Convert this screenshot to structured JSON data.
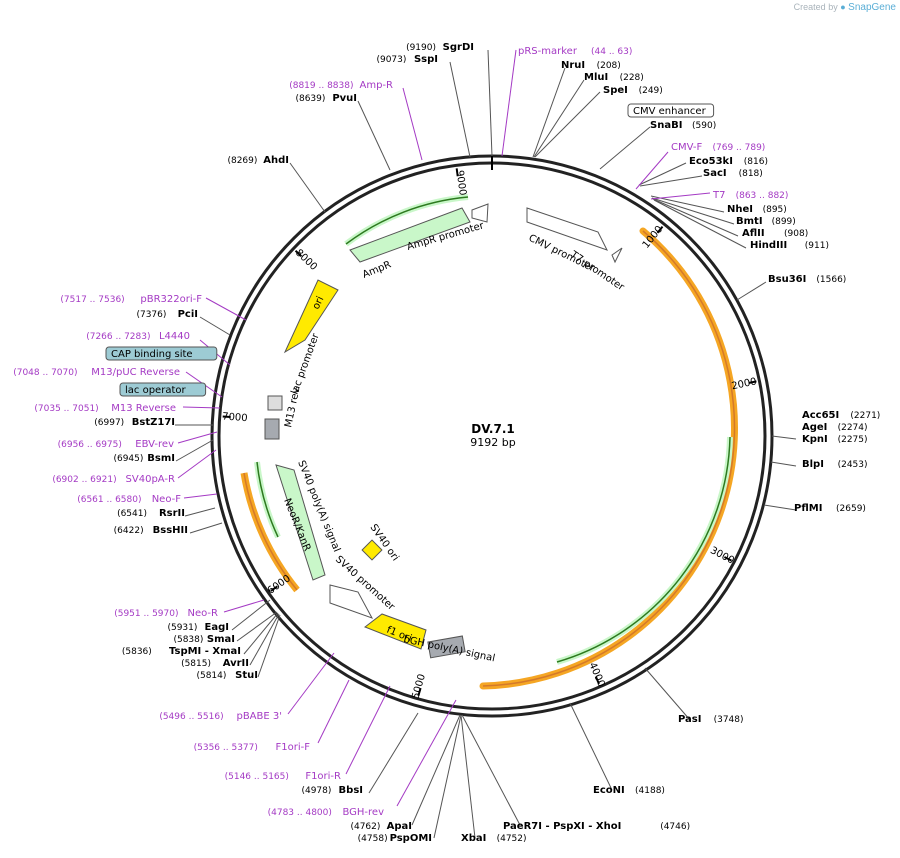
{
  "credit": {
    "prefix": "Created by",
    "brand": "SnapGene"
  },
  "plasmid": {
    "name": "DV.7.1",
    "size_label": "9192 bp",
    "length": 9192
  },
  "colors": {
    "feature_label": "#a43ac4",
    "ring": "#222222",
    "promoter_fill": "#ffffff",
    "green_fill": "#c9f7c9",
    "ori_fill": "#ffea00",
    "gray_fill": "#a6aab0",
    "primer": "#a43ac4",
    "orange": "#f5a623",
    "green_line": "#2d7a1f"
  },
  "tick_labels": [
    "1000",
    "2000",
    "3000",
    "4000",
    "5000",
    "6000",
    "7000",
    "8000",
    "9000"
  ],
  "enzymes": [
    {
      "name": "SgrDI",
      "pos_text": "(9190)",
      "side": "left"
    },
    {
      "name": "SspI",
      "pos_text": "(9073)",
      "side": "left"
    },
    {
      "name": "PvuI",
      "pos_text": "(8639)",
      "side": "left"
    },
    {
      "name": "AhdI",
      "pos_text": "(8269)",
      "side": "left"
    },
    {
      "name": "PciI",
      "pos_text": "(7376)",
      "side": "left"
    },
    {
      "name": "BstZ17I",
      "pos_text": "(6997)",
      "side": "left"
    },
    {
      "name": "BsmI",
      "pos_text": "(6945)",
      "side": "left"
    },
    {
      "name": "RsrII",
      "pos_text": "(6541)",
      "side": "left"
    },
    {
      "name": "BssHII",
      "pos_text": "(6422)",
      "side": "left"
    },
    {
      "name": "EagI",
      "pos_text": "(5931)",
      "side": "left"
    },
    {
      "name": "SmaI",
      "pos_text": "(5838)",
      "side": "left"
    },
    {
      "name": "TspMI  - XmaI",
      "pos_text": "(5836)",
      "side": "left"
    },
    {
      "name": "AvrII",
      "pos_text": "(5815)",
      "side": "left"
    },
    {
      "name": "StuI",
      "pos_text": "(5814)",
      "side": "left"
    },
    {
      "name": "BbsI",
      "pos_text": "(4978)",
      "side": "left"
    },
    {
      "name": "ApaI",
      "pos_text": "(4762)",
      "side": "left"
    },
    {
      "name": "PspOMI",
      "pos_text": "(4758)",
      "side": "left"
    },
    {
      "name": "XbaI",
      "pos_text": "(4752)",
      "side": "left"
    },
    {
      "name": "PaeR7I  - PspXI  - XhoI",
      "pos_text": "(4746)",
      "side": "right"
    },
    {
      "name": "EcoNI",
      "pos_text": "(4188)",
      "side": "right"
    },
    {
      "name": "PasI",
      "pos_text": "(3748)",
      "side": "right"
    },
    {
      "name": "PflMI",
      "pos_text": "(2659)",
      "side": "right"
    },
    {
      "name": "BlpI",
      "pos_text": "(2453)",
      "side": "right"
    },
    {
      "name": "KpnI",
      "pos_text": "(2275)",
      "side": "right"
    },
    {
      "name": "AgeI",
      "pos_text": "(2274)",
      "side": "right"
    },
    {
      "name": "Acc65I",
      "pos_text": "(2271)",
      "side": "right"
    },
    {
      "name": "Bsu36I",
      "pos_text": "(1566)",
      "side": "right"
    },
    {
      "name": "HindIII",
      "pos_text": "(911)",
      "side": "right"
    },
    {
      "name": "AflII",
      "pos_text": "(908)",
      "side": "right"
    },
    {
      "name": "BmtI",
      "pos_text": "(899)",
      "side": "right"
    },
    {
      "name": "NheI",
      "pos_text": "(895)",
      "side": "right"
    },
    {
      "name": "SacI",
      "pos_text": "(818)",
      "side": "right"
    },
    {
      "name": "Eco53kI",
      "pos_text": "(816)",
      "side": "right"
    },
    {
      "name": "SnaBI",
      "pos_text": "(590)",
      "side": "right"
    },
    {
      "name": "SpeI",
      "pos_text": "(249)",
      "side": "right"
    },
    {
      "name": "MluI",
      "pos_text": "(228)",
      "side": "right"
    },
    {
      "name": "NruI",
      "pos_text": "(208)",
      "side": "right"
    }
  ],
  "primers": [
    {
      "name": "pRS-marker",
      "range": "(44 .. 63)"
    },
    {
      "name": "Amp-R",
      "range": "(8819 .. 8838)"
    },
    {
      "name": "CMV-F",
      "range": "(769 .. 789)"
    },
    {
      "name": "T7",
      "range": "(863 .. 882)"
    },
    {
      "name": "pBR322ori-F",
      "range": "(7517 .. 7536)"
    },
    {
      "name": "L4440",
      "range": "(7266 .. 7283)"
    },
    {
      "name": "M13/pUC Reverse",
      "range": "(7048 .. 7070)"
    },
    {
      "name": "M13 Reverse",
      "range": "(7035 .. 7051)"
    },
    {
      "name": "EBV-rev",
      "range": "(6956 .. 6975)"
    },
    {
      "name": "SV40pA-R",
      "range": "(6902 .. 6921)"
    },
    {
      "name": "Neo-F",
      "range": "(6561 .. 6580)"
    },
    {
      "name": "Neo-R",
      "range": "(5951 .. 5970)"
    },
    {
      "name": "pBABE 3'",
      "range": "(5496 .. 5516)"
    },
    {
      "name": "F1ori-F",
      "range": "(5356 .. 5377)"
    },
    {
      "name": "F1ori-R",
      "range": "(5146 .. 5165)"
    },
    {
      "name": "BGH-rev",
      "range": "(4783 .. 4800)"
    }
  ],
  "boxed_features": [
    "CMV enhancer",
    "CAP binding site",
    "lac operator"
  ],
  "feature_labels": [
    "AmpR promoter",
    "AmpR",
    "ori",
    "lac promoter",
    "M13 rev",
    "SV40 poly(A) signal",
    "NeoR/KanR",
    "SV40 promoter",
    "SV40 ori",
    "f1 ori",
    "bGH poly(A) signal",
    "CMV promoter",
    "T7 promoter"
  ]
}
